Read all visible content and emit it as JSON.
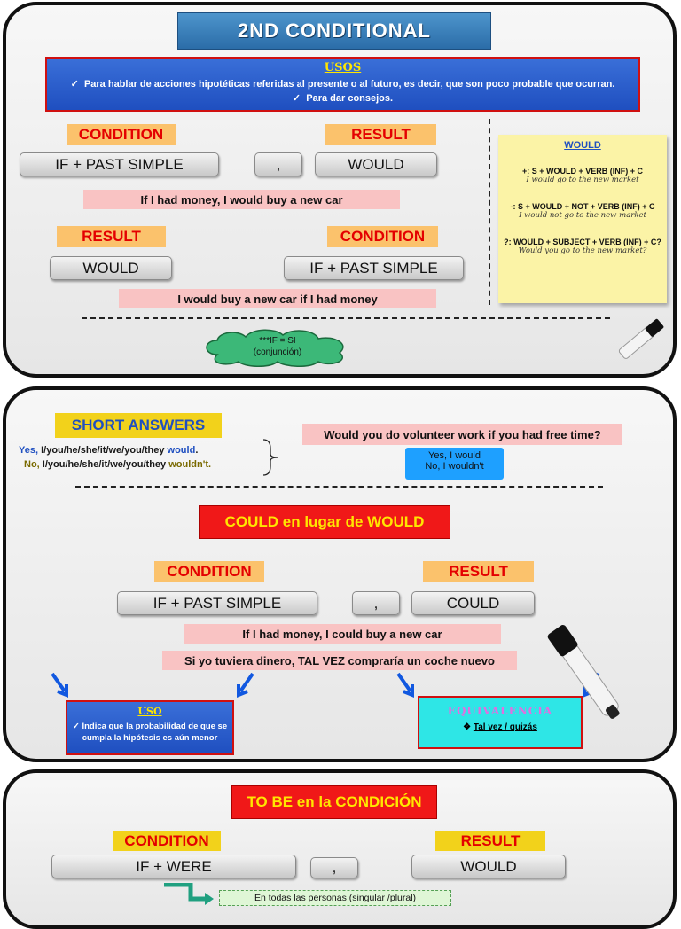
{
  "panel1": {
    "title": "2ND CONDITIONAL",
    "usos": {
      "heading": "USOS",
      "items": [
        "Para hablar de acciones hipotéticas referidas al presente o al futuro, es decir, que son poco probable que ocurran.",
        "Para dar consejos."
      ]
    },
    "row1": {
      "left_label": "CONDITION",
      "right_label": "RESULT",
      "left_pill": "IF + PAST SIMPLE",
      "comma": ",",
      "right_pill": "WOULD",
      "example": "If I had money, I would buy a new car"
    },
    "row2": {
      "left_label": "RESULT",
      "right_label": "CONDITION",
      "left_pill": "WOULD",
      "right_pill": "IF + PAST SIMPLE",
      "example": "I would buy a new car if I had money"
    },
    "cloud": {
      "line1": "***IF = SI",
      "line2": "(conjunción)"
    },
    "note": {
      "heading": "WOULD",
      "items": [
        {
          "prefix": "+:",
          "formula": "S + WOULD + VERB (INF) + C",
          "example": "I would go to the new market"
        },
        {
          "prefix": "-:",
          "formula": "S + WOULD + NOT + VERB (INF) + C",
          "example": "I would not go to the new market"
        },
        {
          "prefix": "?:",
          "formula": "WOULD + SUBJECT + VERB (INF) + C?",
          "example": "Would you go to the new market?"
        }
      ]
    }
  },
  "panel2": {
    "short_answers": {
      "heading": "SHORT ANSWERS",
      "yes_word": "Yes,",
      "yes_subjects": "I/you/he/she/it/we/you/they",
      "yes_verb": "would",
      "yes_end": ".",
      "no_word": "No,",
      "no_subjects": "I/you/he/she/it/we/you/they",
      "no_verb": "wouldn't."
    },
    "question": "Would you do volunteer work if you had free time?",
    "answers": [
      "Yes, I would",
      "No, I wouldn't"
    ],
    "could_title": "COULD en lugar de WOULD",
    "row": {
      "left_label": "CONDITION",
      "right_label": "RESULT",
      "left_pill": "IF + PAST SIMPLE",
      "comma": ",",
      "right_pill": "COULD"
    },
    "example_en": "If I had money, I could buy a new car",
    "example_es": "Si yo tuviera dinero, TAL VEZ compraría un coche nuevo",
    "uso": {
      "heading": "USO",
      "text": "Indica que la probabilidad de que se cumpla la hipótesis es aún menor"
    },
    "equivalencia": {
      "heading": "EQUIVALENCIA",
      "text": "Tal vez / quizás"
    }
  },
  "panel3": {
    "title": "TO BE en la CONDICIÓN",
    "left_label": "CONDITION",
    "right_label": "RESULT",
    "left_pill": "IF + WERE",
    "comma": ",",
    "right_pill": "WOULD",
    "note": "En todas las personas (singular /plural)"
  },
  "colors": {
    "accent_blue": "#2b6da8",
    "label_orange": "#fbc26c",
    "label_red": "#e40000",
    "pink": "#f9c3c3",
    "note_yellow": "#fbf3a6",
    "cyan": "#2ee6e6"
  }
}
